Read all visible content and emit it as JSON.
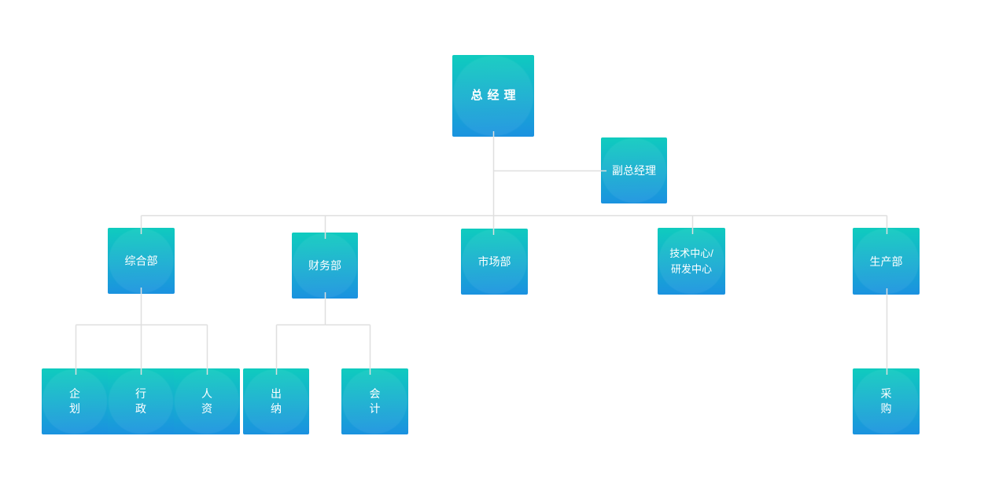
{
  "diagram": {
    "type": "org-chart",
    "background_color": "#ffffff",
    "node_gradient_top": "#0fccbe",
    "node_gradient_bottom": "#1b91e0",
    "node_text_color": "#ffffff",
    "connector_color": "#dfdfdf",
    "root": {
      "label": "总经理"
    },
    "deputy": {
      "label": "副总经理"
    },
    "departments": [
      {
        "label": "综合部",
        "children": [
          {
            "label": "企划"
          },
          {
            "label": "行政"
          },
          {
            "label": "人资"
          }
        ]
      },
      {
        "label": "财务部",
        "children": [
          {
            "label": "出纳"
          },
          {
            "label": "会计"
          }
        ]
      },
      {
        "label": "市场部",
        "children": []
      },
      {
        "label": "技术中心/研发中心",
        "line1": "技术中心/",
        "line2": "研发中心",
        "children": []
      },
      {
        "label": "生产部",
        "children": [
          {
            "label": "采购"
          }
        ]
      }
    ]
  }
}
